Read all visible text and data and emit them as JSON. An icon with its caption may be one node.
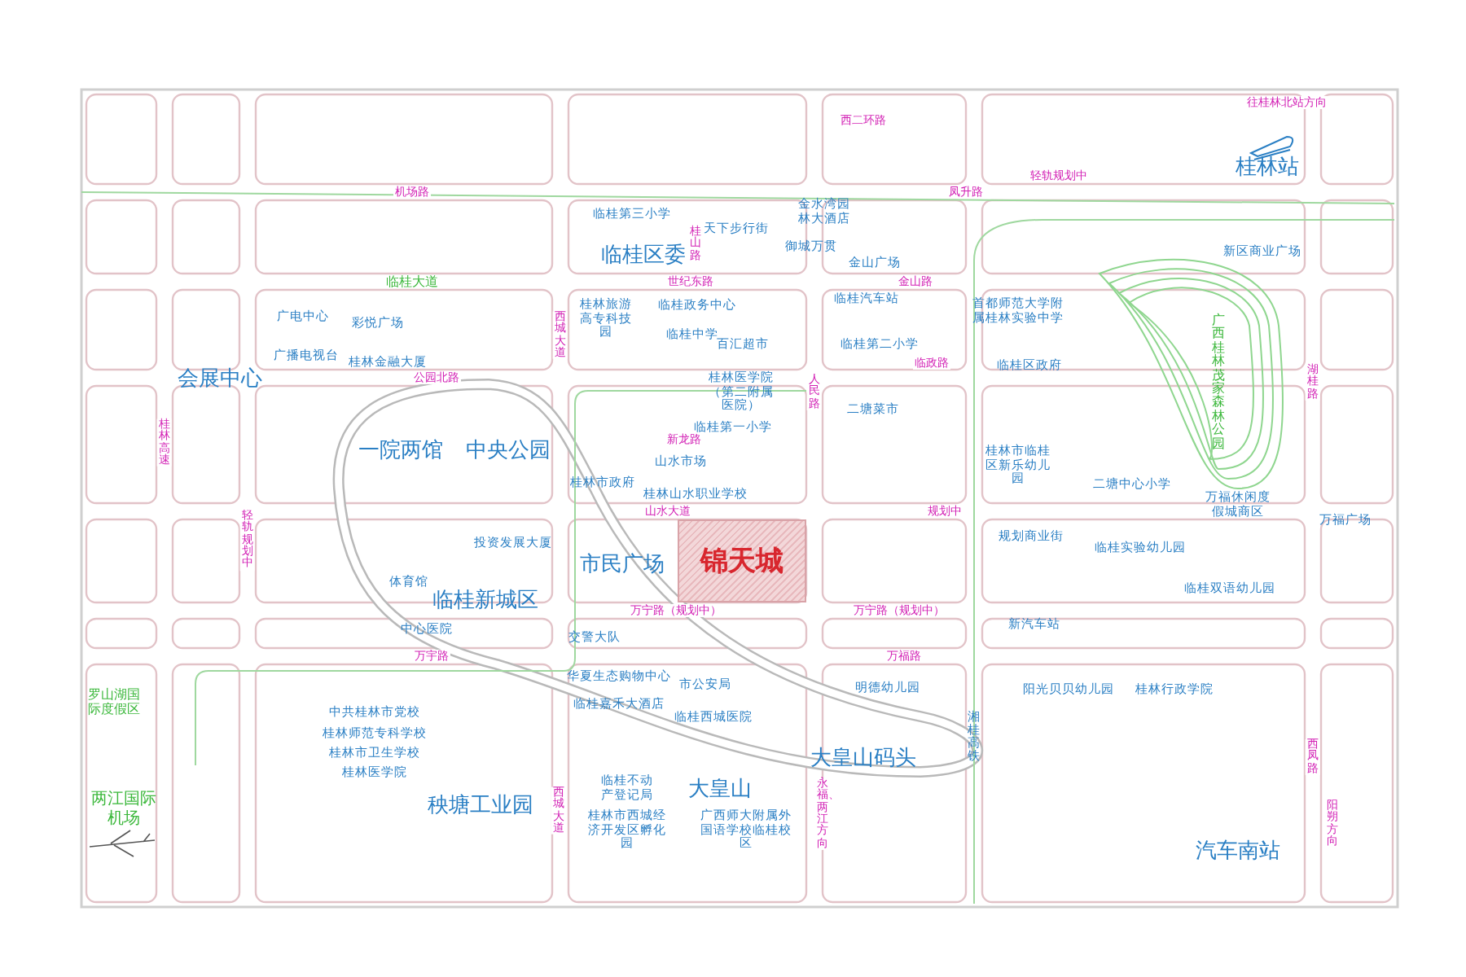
{
  "diagram": {
    "nodes": [
      {
        "text": [
          "锦天城"
        ]
      }
    ],
    "labels": [
      "往桂林北站方向",
      "西二环路",
      "桂林站",
      "轻轨规划中",
      "机场路",
      "凤升路",
      "临桂第三小学",
      "天下步行街",
      "金水湾园林大酒店",
      "桂山路",
      "临桂区委",
      "御城万贯",
      "金山广场",
      "新区商业广场",
      "临桂大道",
      "世纪东路",
      "金山路",
      "临桂政务中心",
      "临桂汽车站",
      "首都师范大学附属桂林实验中学",
      "广电中心",
      "彩悦广场",
      "西城大道",
      "桂林旅游高专科技园",
      "临桂中学",
      "百汇超市",
      "临桂第二小学",
      "广播电视台",
      "桂林金融大厦",
      "临政路",
      "临桂区政府",
      "会展中心",
      "公园北路",
      "桂林医学院（第二附属医院）",
      "人民路",
      "广西桂林茂家森林公园",
      "湖桂路",
      "二塘菜市",
      "临桂第一小学",
      "桂林高速",
      "新龙路",
      "一院两馆",
      "中央公园",
      "山水市场",
      "桂林市临桂区新乐幼儿园",
      "桂林市政府",
      "桂林山水职业学校",
      "二塘中心小学",
      "山水大道",
      "规划中",
      "万福休闲度假城商区",
      "万福广场",
      "轻轨规划中",
      "投资发展大厦",
      "规划商业街",
      "临桂实验幼儿园",
      "市民广场",
      "体育馆",
      "临桂双语幼儿园",
      "临桂新城区",
      "万宁路（规划中）",
      "万宁路（规划中）",
      "中心医院",
      "交警大队",
      "新汽车站",
      "万宇路",
      "万福路",
      "华夏生态购物中心",
      "市公安局",
      "明德幼儿园",
      "阳光贝贝幼儿园",
      "桂林行政学院",
      "罗山湖国际度假区",
      "中共桂林市党校",
      "临桂嘉禾大酒店",
      "临桂西城医院",
      "桂林师范专科学校",
      "湘桂高铁",
      "桂林市卫生学校",
      "大皇山码头",
      "西凤路",
      "桂林医学院",
      "临桂不动产登记局",
      "大皇山",
      "两江国际机场",
      "秧塘工业园",
      "西城大道",
      "桂林市西城经济开发区孵化园",
      "广西师大附属外国语学校临桂校区",
      "永福、两江方向",
      "阳朔方向",
      "汽车南站"
    ]
  }
}
